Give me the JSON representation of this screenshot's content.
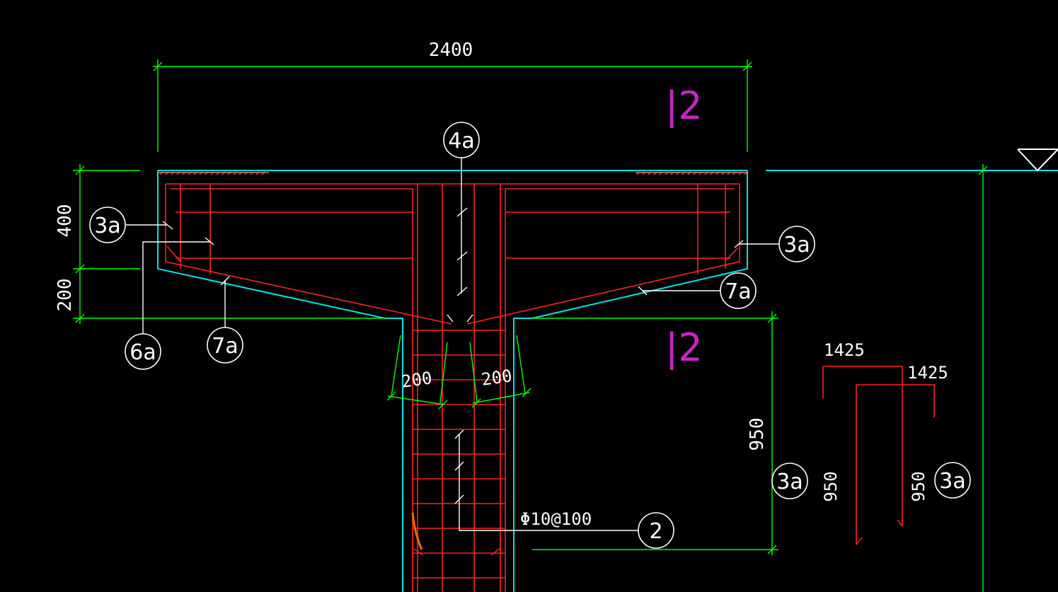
{
  "colors": {
    "background": "#000000",
    "concrete_outline": "#00e5e5",
    "rebar": "#ff2020",
    "dimension": "#00ff00",
    "text": "#ffffff",
    "section_mark": "#cc22cc",
    "hatch": "#ff7070",
    "accent_orange": "#ff6600"
  },
  "dimensions": {
    "cap_width": "2400",
    "cap_depth": "400",
    "haunch_depth": "200",
    "haunch_left": "200",
    "haunch_right": "200",
    "stem_depth": "950"
  },
  "section_marks": {
    "top": "|2",
    "bottom": "|2"
  },
  "bar_marks": {
    "top_center": "4a",
    "left_top": "3a",
    "right_top": "3a",
    "right_haunch": "7a",
    "left_haunch": "7a",
    "left_bottom": "6a",
    "stem_right": "3a",
    "detail_right": "3a",
    "stirrup": "2"
  },
  "stirrup_spec": "Φ10@100",
  "bar_detail": {
    "bar1_length": "1425",
    "bar2_length": "1425",
    "bar1_leg": "950",
    "bar2_leg": "950"
  }
}
